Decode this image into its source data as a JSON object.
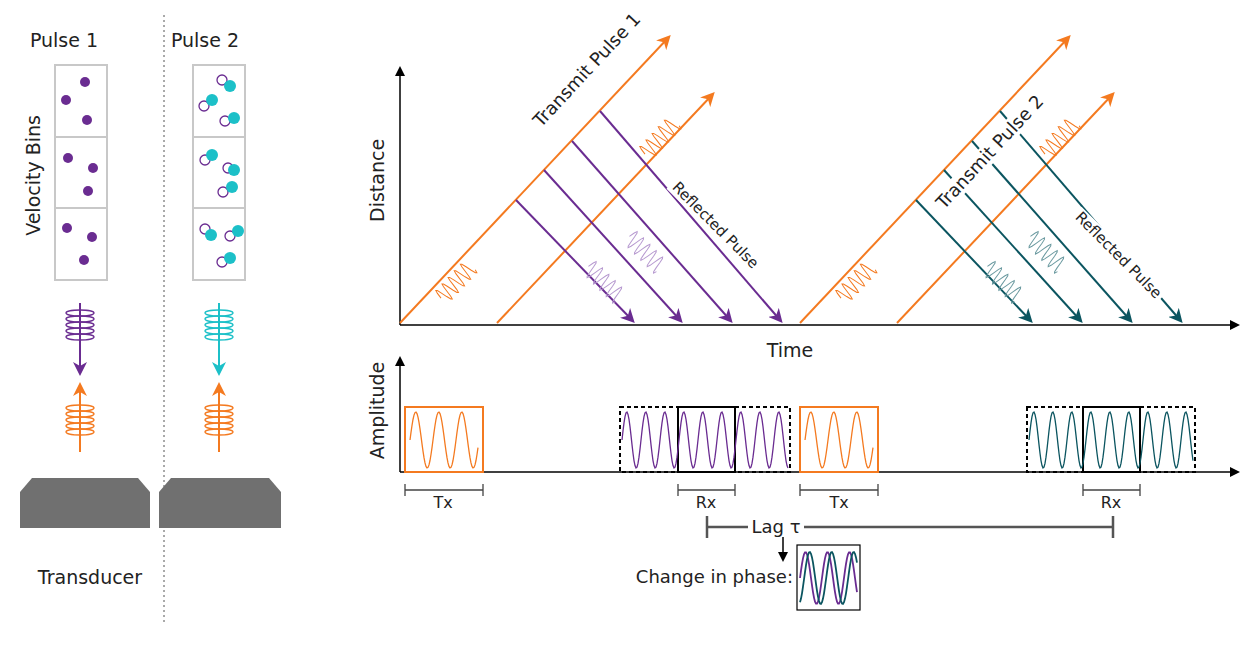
{
  "diagram": {
    "labels": [
      "Pulse 1",
      "Pulse 2",
      "Velocity Bins",
      "Transducer",
      "Distance",
      "Time",
      "Transmit Pulse 1",
      "Reflected Pulse",
      "Transmit Pulse 2",
      "Reflected Pulse",
      "Amplitude",
      "Tx",
      "Rx",
      "Tx",
      "Rx",
      "Lag τ",
      "Change in phase:"
    ]
  }
}
